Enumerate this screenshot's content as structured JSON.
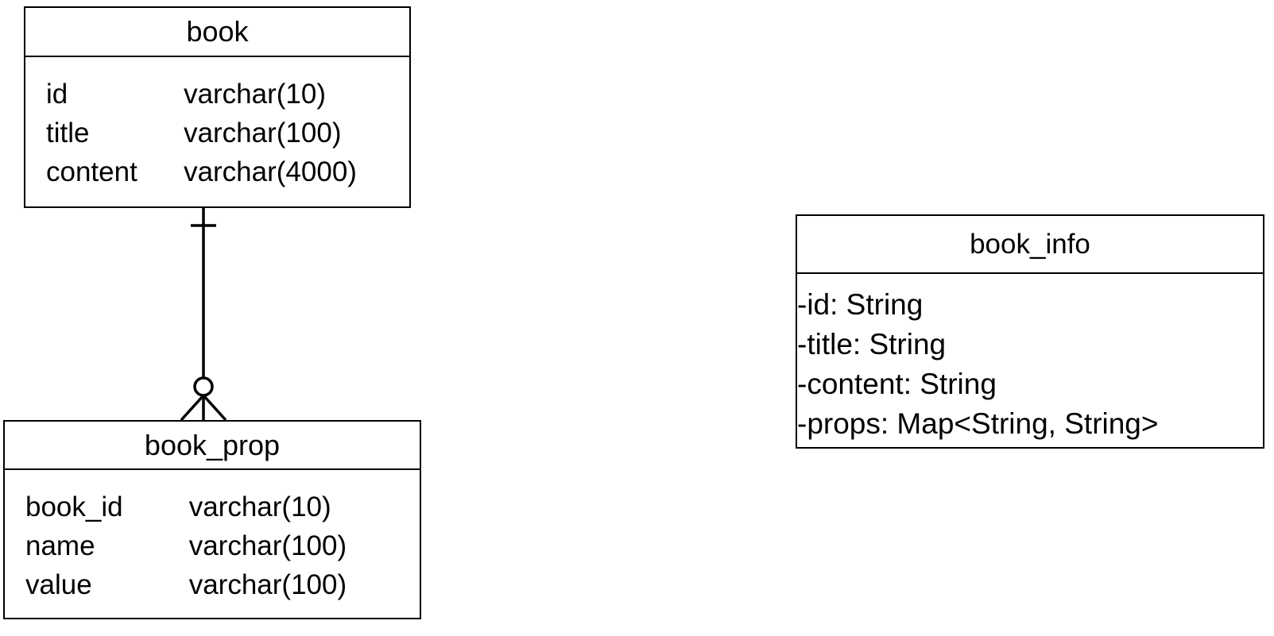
{
  "diagram": {
    "title": "book / book_prop ER diagram with book_info class",
    "background_color": "#ffffff",
    "stroke_color": "#000000"
  },
  "entities": {
    "book": {
      "name": "book",
      "columns": [
        {
          "name": "id",
          "type": "varchar(10)"
        },
        {
          "name": "title",
          "type": "varchar(100)"
        },
        {
          "name": "content",
          "type": "varchar(4000)"
        }
      ]
    },
    "book_prop": {
      "name": "book_prop",
      "columns": [
        {
          "name": "book_id",
          "type": "varchar(10)"
        },
        {
          "name": "name",
          "type": "varchar(100)"
        },
        {
          "name": "value",
          "type": "varchar(100)"
        }
      ]
    }
  },
  "classes": {
    "book_info": {
      "name": "book_info",
      "attributes": [
        "-id: String",
        "-title: String",
        "-content: String",
        "-props: Map<String, String>"
      ]
    }
  },
  "relationship": {
    "from": "book",
    "to": "book_prop",
    "notation": "crows-foot",
    "from_cardinality": "one",
    "to_cardinality": "zero-or-many"
  }
}
